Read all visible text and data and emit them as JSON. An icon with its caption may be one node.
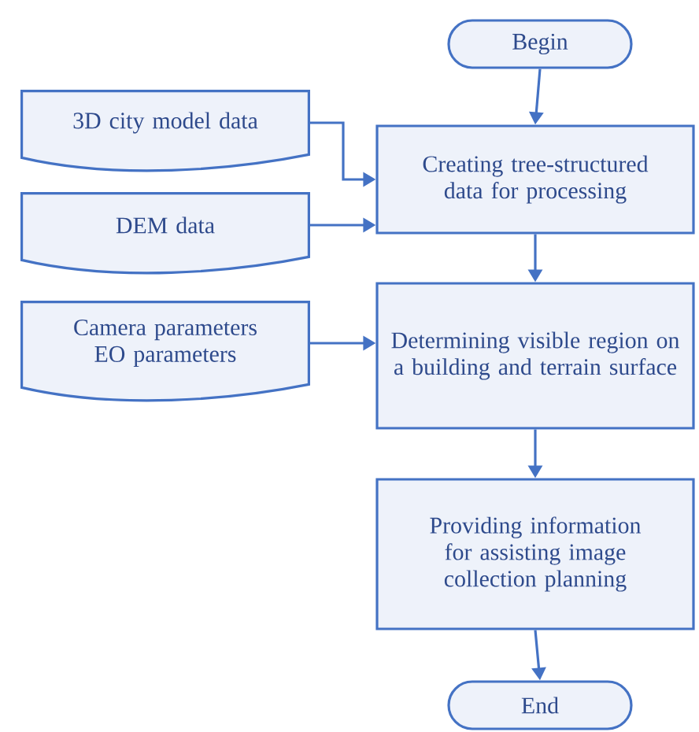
{
  "diagram": {
    "nodes": [
      {
        "text": [
          "Begin"
        ]
      },
      {
        "text": [
          "3D city model data"
        ]
      },
      {
        "text": [
          "Creating tree-structured data for processing"
        ]
      },
      {
        "text": [
          "DEM data"
        ]
      },
      {
        "text": [
          "Camera parameters",
          "EO parameters"
        ]
      },
      {
        "text": [
          "Determining visible region on a building and terrain surface"
        ]
      },
      {
        "text": [
          "Providing information for assisting image collection planning"
        ]
      },
      {
        "text": [
          "End"
        ]
      }
    ],
    "edges": [
      {
        "from": 0,
        "to": 2,
        "arrow": "to"
      },
      {
        "from": 1,
        "to": 2,
        "arrow": "to"
      },
      {
        "from": 3,
        "to": 2,
        "arrow": "to"
      },
      {
        "from": 2,
        "to": 5,
        "arrow": "to"
      },
      {
        "from": 4,
        "to": 5,
        "arrow": "to"
      },
      {
        "from": 5,
        "to": 6,
        "arrow": "to"
      },
      {
        "from": 6,
        "to": 7,
        "arrow": "to"
      }
    ]
  }
}
